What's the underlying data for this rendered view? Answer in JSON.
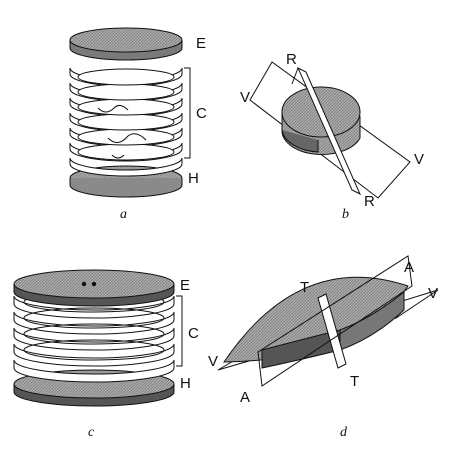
{
  "panels": [
    {
      "id": "a",
      "caption": "a",
      "labels": {
        "top": "E",
        "stack": "C",
        "bottom": "H"
      }
    },
    {
      "id": "b",
      "caption": "b",
      "labels": {
        "v_left": "V",
        "v_right": "V",
        "r_top": "R",
        "r_bottom": "R"
      }
    },
    {
      "id": "c",
      "caption": "c",
      "labels": {
        "top": "E",
        "stack": "C",
        "bottom": "H"
      }
    },
    {
      "id": "d",
      "caption": "d",
      "labels": {
        "a_top": "A",
        "a_bottom": "A",
        "t_top": "T",
        "t_bottom": "T",
        "v_left": "V",
        "v_right": "V"
      }
    }
  ],
  "colors": {
    "ink": "#111111",
    "shade": "#9a9a9a",
    "dark": "#5a5a5a",
    "light": "#ffffff"
  }
}
